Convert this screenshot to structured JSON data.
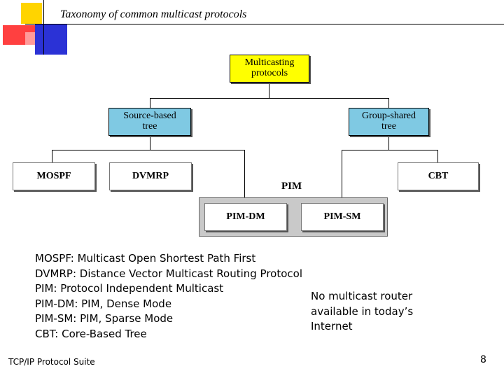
{
  "title": "Taxonomy of common multicast protocols",
  "diagram": {
    "root": "Multicasting\nprotocols",
    "source_tree": "Source-based\ntree",
    "group_tree": "Group-shared\ntree",
    "mospf": "MOSPF",
    "dvmrp": "DVMRP",
    "pim": "PIM",
    "pim_dm": "PIM-DM",
    "pim_sm": "PIM-SM",
    "cbt": "CBT"
  },
  "legend": [
    "MOSPF: Multicast Open Shortest Path First",
    "DVMRP: Distance Vector Multicast Routing Protocol",
    "PIM: Protocol Independent Multicast",
    "PIM-DM: PIM, Dense Mode",
    "PIM-SM: PIM, Sparse Mode",
    "CBT: Core-Based Tree"
  ],
  "note": [
    "No multicast router",
    "available in today’s",
    "Internet"
  ],
  "footer": "TCP/IP Protocol Suite",
  "page_number": "8",
  "colors": {
    "root_fill": "#ffff00",
    "tree_fill": "#7fc9e3",
    "pim_group_fill": "#c9c9c9",
    "deco_yellow": "#ffd400",
    "deco_red": "#ff3b3b",
    "deco_blue": "#2b32d6"
  }
}
